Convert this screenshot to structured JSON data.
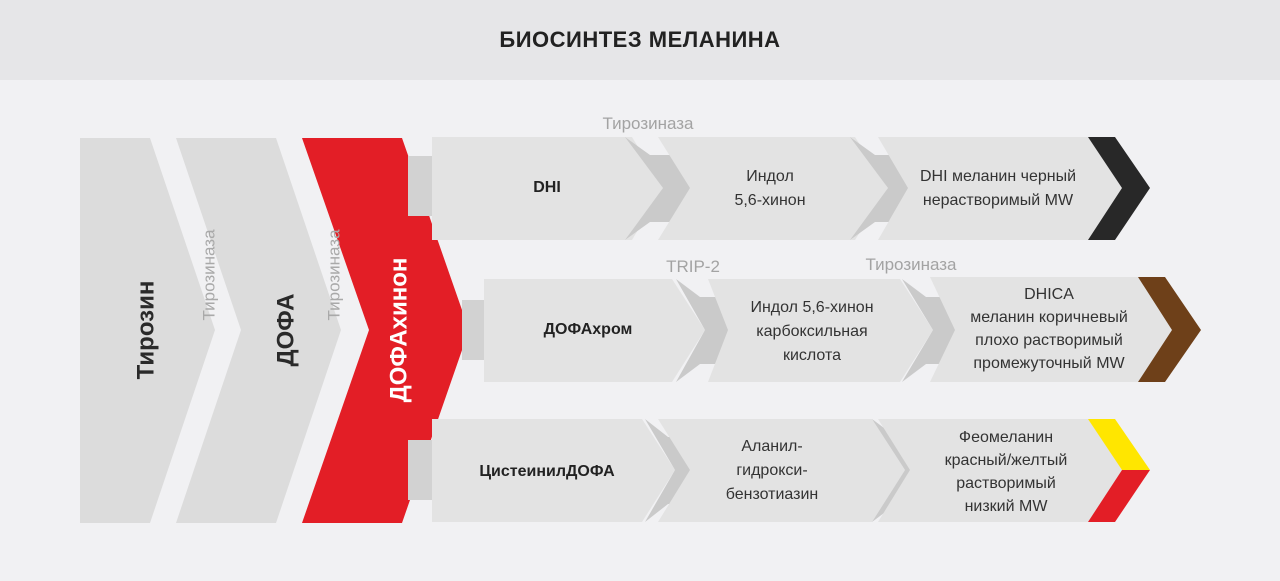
{
  "title": "БИОСИНТЕЗ МЕЛАНИНА",
  "colors": {
    "accent_red": "#e31e26",
    "black_melanin": "#282828",
    "brown_melanin": "#6e4019",
    "yellow": "#ffe600",
    "red_pheo": "#e31e26",
    "block": "#dcdcdc",
    "block_dark": "#c4c4c4",
    "arrow_light": "#e6e6e6"
  },
  "main_chain": {
    "tyrosine": "Тирозин",
    "enzyme1": "Тирозиназа",
    "dopa": "ДОФА",
    "enzyme2": "Тирозиназа",
    "dopaquinone": "ДОФАхинон"
  },
  "row1": {
    "enzyme_label": "Тирозиназа",
    "node1": "DHI",
    "node2": [
      "Индол",
      "5,6-хинон"
    ],
    "node3": [
      "DHI меланин черный",
      "нерастворимый MW"
    ]
  },
  "row2": {
    "enzyme_label1": "TRIP-2",
    "enzyme_label2": "Тирозиназа",
    "node1": "ДОФАхром",
    "node2": [
      "Индол 5,6-хинон",
      "карбоксильная",
      "кислота"
    ],
    "node3": [
      "DHICA",
      "меланин коричневый",
      "плохо растворимый",
      "промежуточный MW"
    ]
  },
  "row3": {
    "node1": "ЦистеинилДОФА",
    "node2": [
      "Аланил-",
      "гидрокси-",
      "бензотиазин"
    ],
    "node3": [
      "Феомеланин",
      "красный/желтый",
      "растворимый",
      "низкий MW"
    ]
  }
}
